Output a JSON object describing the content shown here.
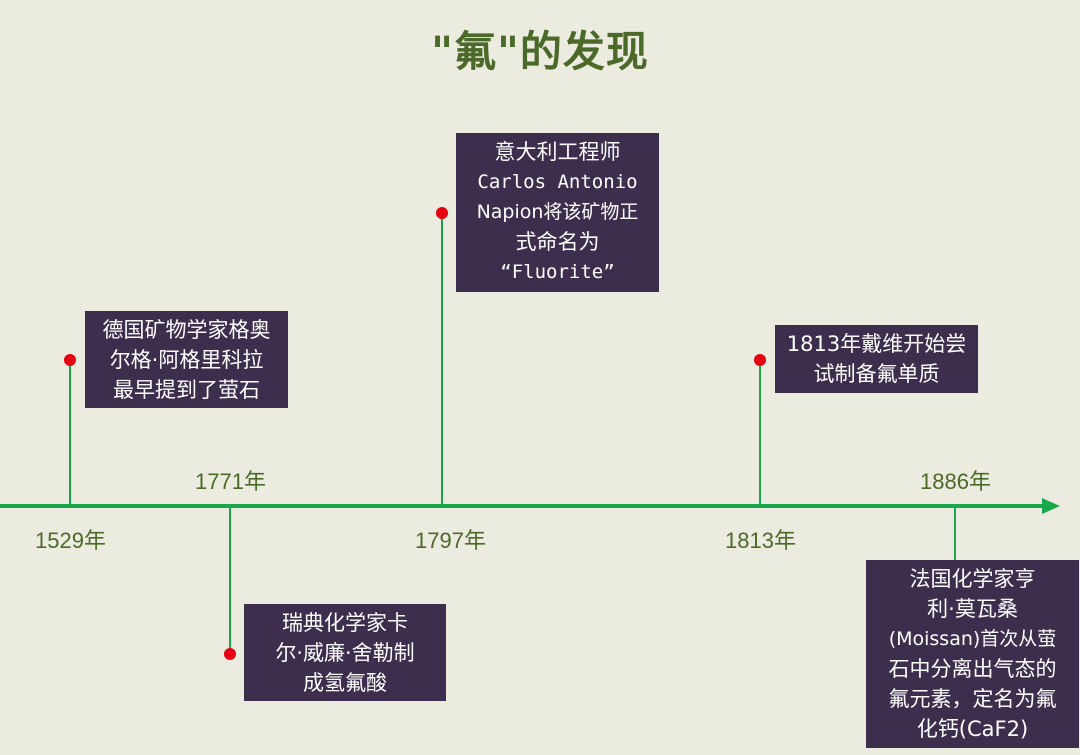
{
  "title": "\"氟\"的发现",
  "colors": {
    "axis": "#1aa64a",
    "dot": "#e60012",
    "box": "#3d2e4d",
    "year_text": "#4b6a2a"
  },
  "years": {
    "y1529": "1529年",
    "y1771": "1771年",
    "y1797": "1797年",
    "y1813": "1813年",
    "y1886": "1886年"
  },
  "events": {
    "e1529": [
      "德国矿物学家格奥",
      "尔格·阿格里科拉",
      "最早提到了萤石"
    ],
    "e1771": [
      "瑞典化学家卡",
      "尔·威廉·舍勒制",
      "成氢氟酸"
    ],
    "e1797": [
      "意大利工程师",
      "Carlos Antonio",
      "Napion将该矿物正",
      "式命名为",
      "“Fluorite”"
    ],
    "e1813": [
      "1813年戴维开始尝",
      "试制备氟单质"
    ],
    "e1886": [
      "法国化学家亨",
      "利·莫瓦桑",
      "(Moissan)首次从萤",
      "石中分离出气态的",
      "氟元素，定名为氟",
      "化钙(CaF2)"
    ]
  }
}
